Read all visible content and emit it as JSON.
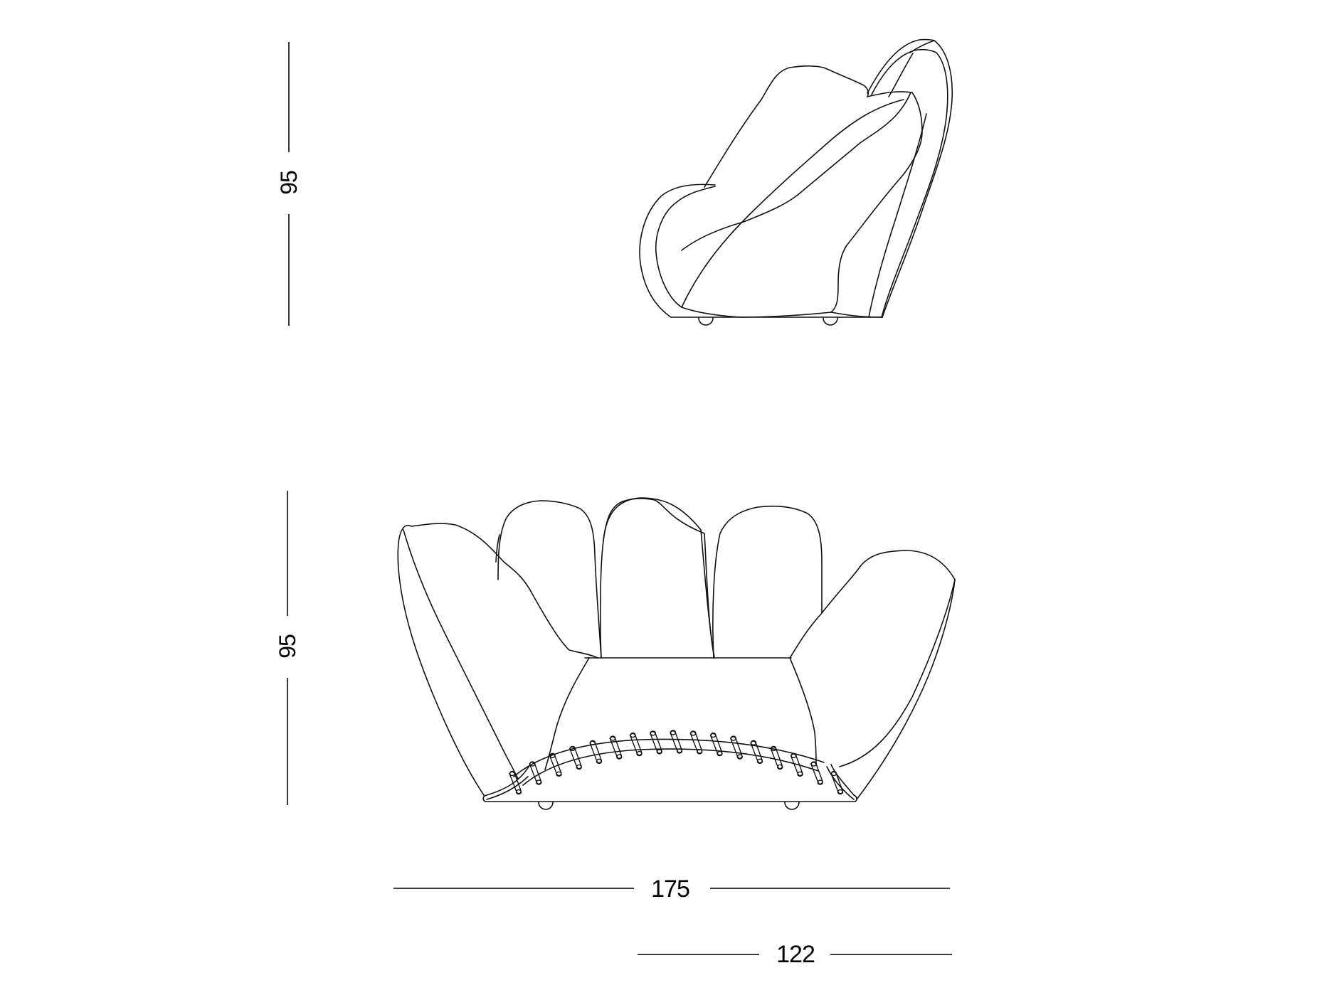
{
  "drawing": {
    "subject": "glove-shaped armchair technical dimension drawing",
    "colors": {
      "background": "#ffffff",
      "line": "#111111",
      "text": "#000000"
    },
    "views": [
      {
        "name": "side-view",
        "label": ""
      },
      {
        "name": "front-view",
        "label": ""
      }
    ],
    "dimensions": {
      "side_height": {
        "value": "95",
        "orientation": "vertical"
      },
      "front_height": {
        "value": "95",
        "orientation": "vertical"
      },
      "width": {
        "value": "175",
        "orientation": "horizontal"
      },
      "depth": {
        "value": "122",
        "orientation": "horizontal"
      }
    },
    "lace_loops": 17
  }
}
